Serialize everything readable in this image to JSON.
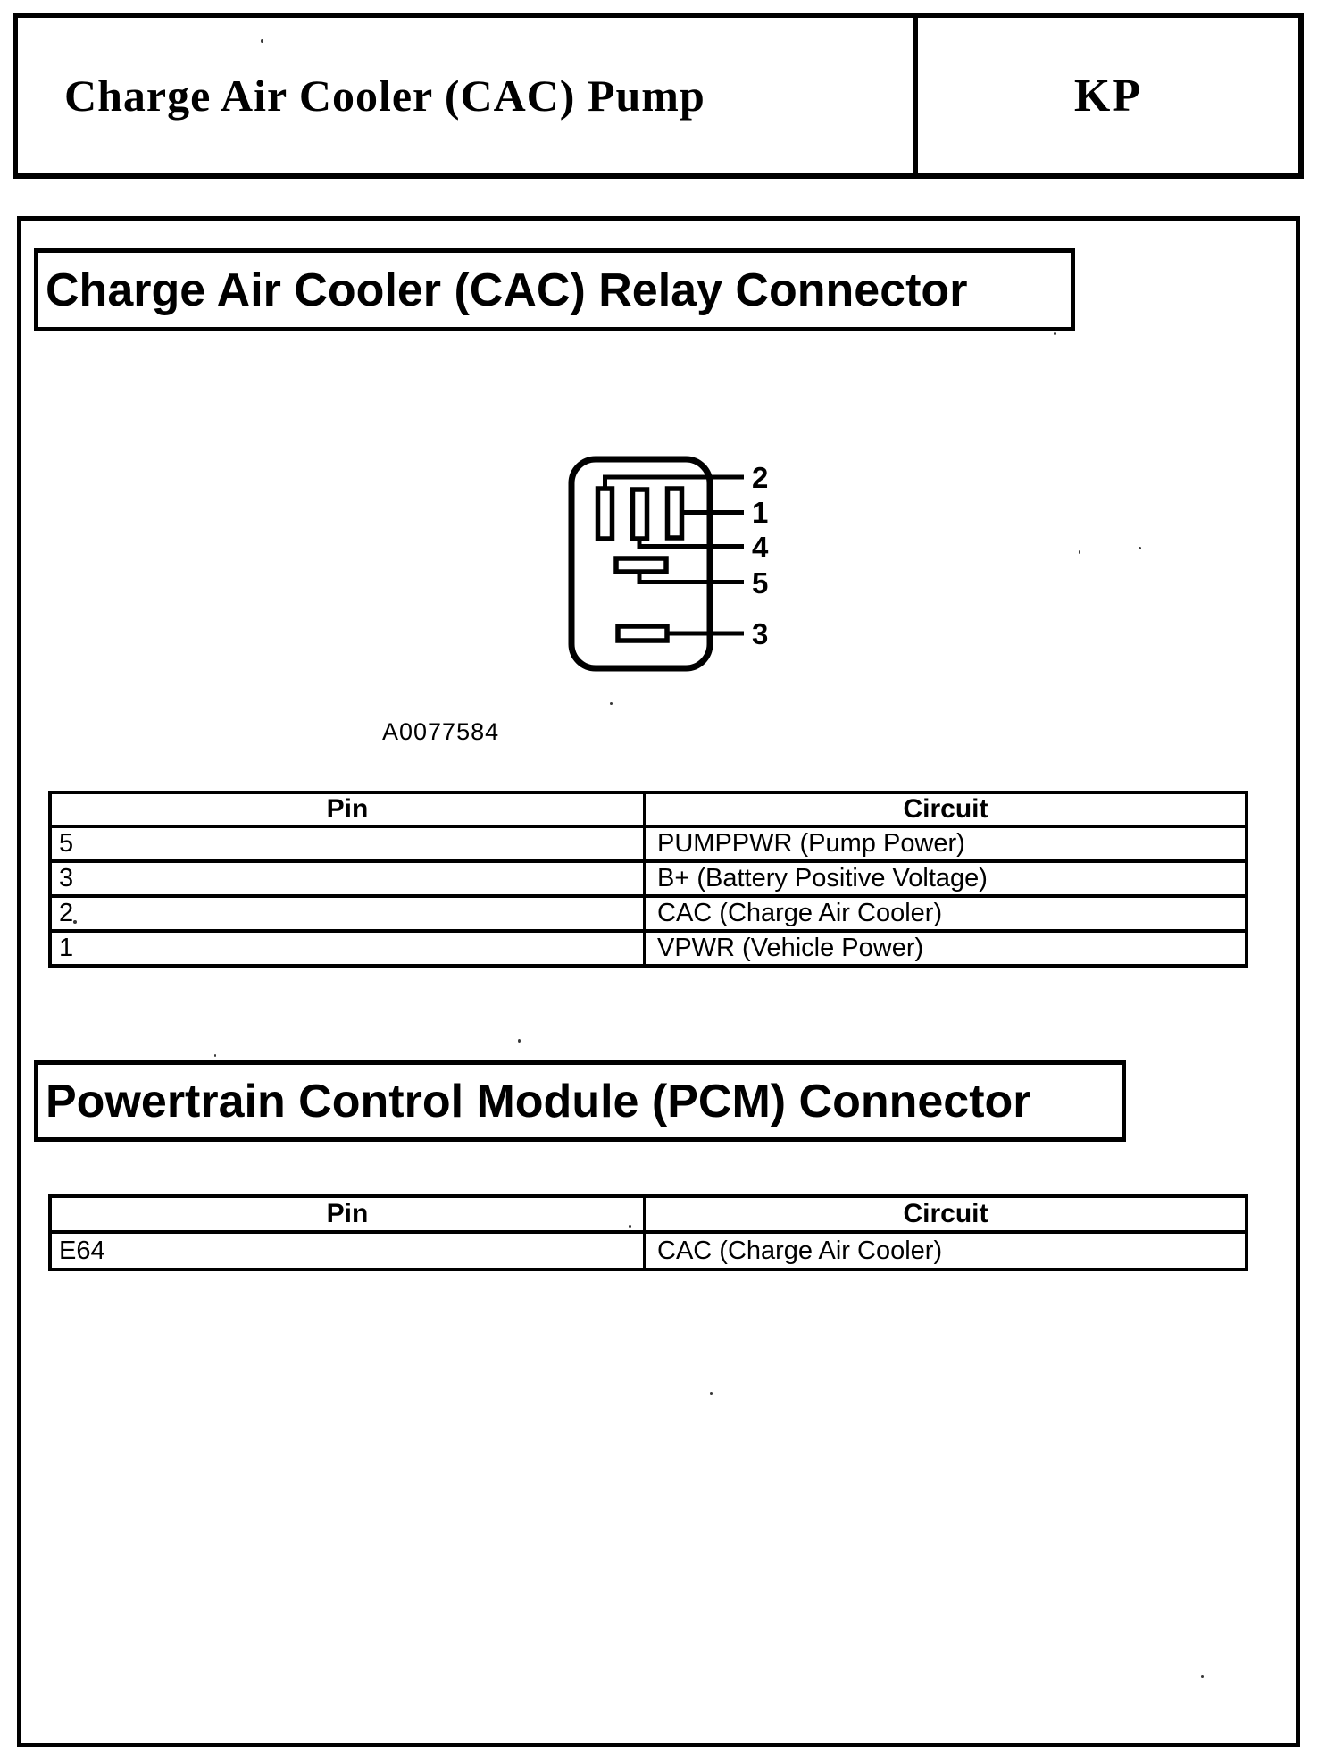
{
  "document": {
    "header": {
      "title": "Charge Air Cooler (CAC) Pump",
      "section_code": "KP"
    },
    "relay_section": {
      "title": "Charge Air Cooler (CAC) Relay Connector",
      "figure_id": "A0077584",
      "pin_callouts": [
        "2",
        "1",
        "4",
        "5",
        "3"
      ],
      "pin_table": {
        "headers": [
          "Pin",
          "Circuit"
        ],
        "rows": [
          [
            "5",
            "PUMPPWR (Pump Power)"
          ],
          [
            "3",
            "B+ (Battery Positive Voltage)"
          ],
          [
            "2",
            "CAC (Charge Air Cooler)"
          ],
          [
            "1",
            "VPWR (Vehicle Power)"
          ]
        ]
      }
    },
    "pcm_section": {
      "title": "Powertrain Control Module (PCM) Connector",
      "pin_table": {
        "headers": [
          "Pin",
          "Circuit"
        ],
        "rows": [
          [
            "E64",
            "CAC (Charge Air Cooler)"
          ]
        ]
      }
    },
    "colors": {
      "ink": "#000000",
      "paper": "#ffffff"
    }
  }
}
